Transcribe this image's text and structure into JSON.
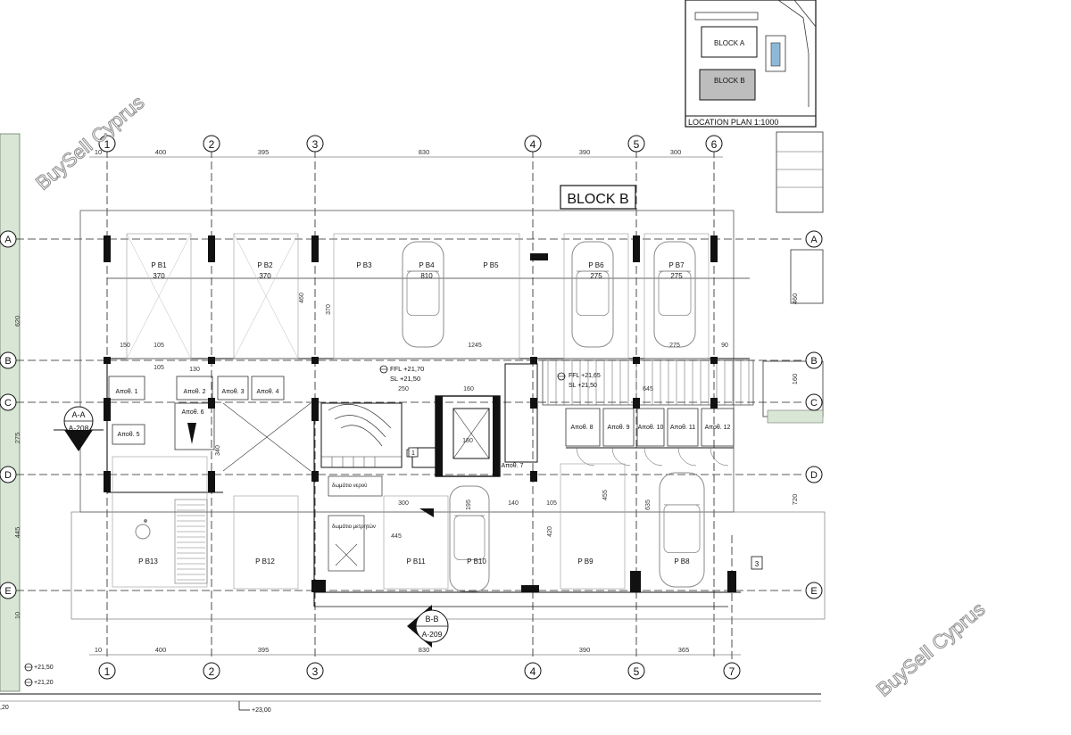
{
  "block_title": "BLOCK B",
  "location_plan": {
    "title": "LOCATION PLAN 1:1000",
    "block_a": "BLOCK A",
    "block_b": "BLOCK B"
  },
  "watermarks": [
    "BuySell Cyprus",
    "BuySell Cyprus"
  ],
  "grid_columns_top": [
    "1",
    "2",
    "3",
    "4",
    "5",
    "6"
  ],
  "grid_columns_bottom": [
    "1",
    "2",
    "3",
    "4",
    "5",
    "7"
  ],
  "grid_rows": [
    "A",
    "B",
    "C",
    "D",
    "E"
  ],
  "dims_top": [
    "10",
    "400",
    "395",
    "830",
    "390",
    "300"
  ],
  "dims_bottom": [
    "10",
    "400",
    "395",
    "830",
    "390",
    "365"
  ],
  "dims_left": [
    "620",
    "275",
    "445",
    "10"
  ],
  "dims_right": [
    "460",
    "160",
    "720"
  ],
  "parking_top": [
    {
      "name": "P B1",
      "dim": "370"
    },
    {
      "name": "P B2",
      "dim": "370"
    },
    {
      "name": "P B3",
      "dim": ""
    },
    {
      "name": "P B4",
      "dim": "810"
    },
    {
      "name": "P B5",
      "dim": ""
    },
    {
      "name": "P B6",
      "dim": "275"
    },
    {
      "name": "P B7",
      "dim": "275"
    }
  ],
  "parking_bottom": [
    "P B13",
    "P B12",
    "P B11",
    "P B10",
    "P B9",
    "P B8"
  ],
  "storage_left": [
    "Αποθ. 1",
    "Αποθ. 2",
    "Αποθ. 3",
    "Αποθ. 4",
    "Αποθ. 5",
    "Αποθ. 6"
  ],
  "storage_right": [
    "Αποθ. 8",
    "Αποθ. 9",
    "Αποθ. 10",
    "Αποθ. 11",
    "Αποθ. 12"
  ],
  "storage_mid": "Αποθ. 7",
  "levels": {
    "ffl_1": "FFL +21,70",
    "sl_1": "SL +21,50",
    "ffl_2": "FFL +21,65",
    "sl_2": "SL +21,50"
  },
  "rooms": {
    "water_tank": "δωμάτιο νερού",
    "water_room": "δωμάτιο μετρητών"
  },
  "sections": [
    {
      "id": "A-A",
      "ref": "A-208"
    },
    {
      "id": "B-B",
      "ref": "A-209"
    }
  ],
  "markers": {
    "one": "1",
    "three": "3"
  },
  "elevations": [
    "+21,50",
    "+21,20",
    "+23,00",
    ",20"
  ],
  "inner_dims": [
    "150",
    "105",
    "130",
    "105",
    "1245",
    "275",
    "90",
    "250",
    "160",
    "645",
    "370",
    "460",
    "340",
    "300",
    "195",
    "140",
    "105",
    "635",
    "455",
    "420",
    "445",
    "180"
  ],
  "colors": {
    "line": "#111111",
    "thin": "#333333",
    "dim": "#444444",
    "grey_fill": "#bdbdbd",
    "green_strip": "#d9e6d6",
    "watermark": "#8e8e8e"
  }
}
